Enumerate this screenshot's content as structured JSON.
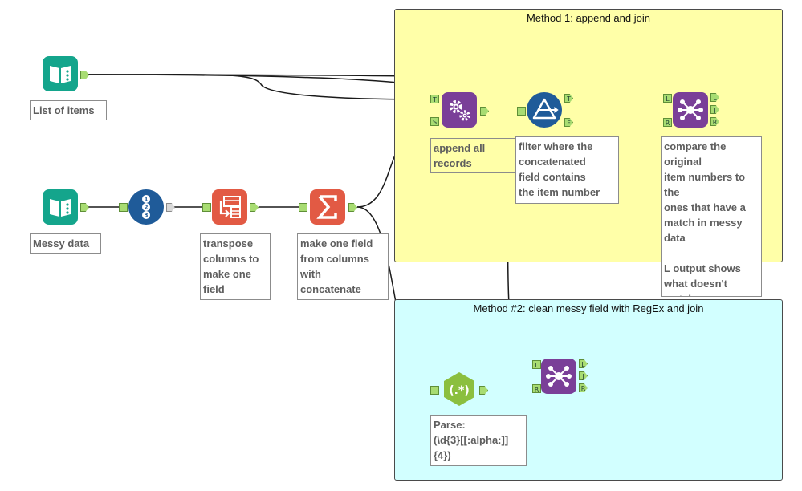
{
  "containers": {
    "method1_title": "Method 1: append and join",
    "method2_title": "Method #2: clean messy field with RegEx and join"
  },
  "annotations": {
    "list_of_items": "List of items",
    "messy_data": "Messy data",
    "transpose": "transpose\ncolumns to\nmake one\nfield",
    "summarize": "make one field\nfrom columns\nwith\nconcatenate",
    "append": "append all\nrecords together",
    "filter": "filter where the\nconcatenated\nfield contains\nthe item number",
    "join1": "compare the\noriginal\nitem numbers to\nthe\nones that have a\nmatch in messy\ndata\n\nL output shows\nwhat doesn't\nmatch",
    "regex": "Parse:\n(\\d{3}[[:alpha:]]\n{4})"
  },
  "anchors": {
    "target": "T",
    "source": "S",
    "true": "T",
    "false": "F",
    "left": "L",
    "join": "J",
    "right": "R"
  },
  "colors": {
    "input": "#14a58c",
    "record_id": "#1f5b99",
    "transpose": "#e25a44",
    "summarize": "#e25a44",
    "append": "#7a3f98",
    "filter": "#1f5b99",
    "join": "#7a3f98",
    "regex": "#8bbf3f"
  }
}
